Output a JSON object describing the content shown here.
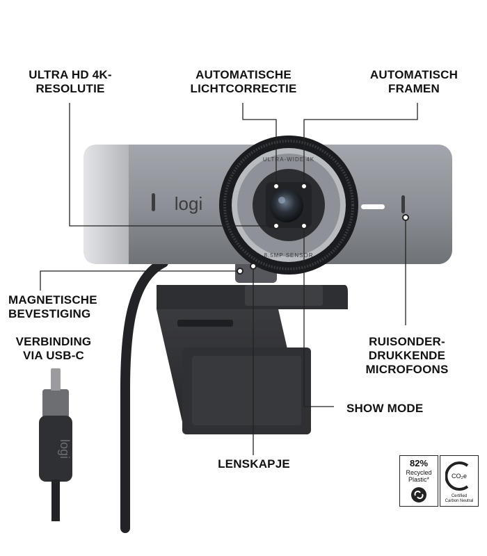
{
  "labels": {
    "ultra_hd": [
      "ULTRA HD 4K-",
      "RESOLUTIE"
    ],
    "lichtcorrectie": [
      "AUTOMATISCHE",
      "LICHTCORRECTIE"
    ],
    "framen": [
      "AUTOMATISCH",
      "FRAMEN"
    ],
    "magnetisch": [
      "MAGNETISCHE",
      "BEVESTIGING"
    ],
    "usbc": [
      "VERBINDING",
      "VIA USB-C"
    ],
    "microfoons": [
      "RUISONDER-",
      "DRUKKENDE",
      "MICROFOONS"
    ],
    "show_mode": "SHOW MODE",
    "lenskapje": "LENSKAPJE"
  },
  "product": {
    "brand": "logi",
    "bezel_top": "ULTRA-WIDE 4K",
    "bezel_bottom": "8.5MP SENSOR"
  },
  "badges": {
    "recycled": {
      "percent": "82%",
      "line1": "Recycled",
      "line2": "Plastic*"
    },
    "carbon": {
      "symbol": "CO₂e",
      "line1": "Certified",
      "line2": "Carbon Neutral"
    }
  },
  "colors": {
    "body": "#8c8f95",
    "body_light": "#c9cbd0",
    "dark": "#2b2c2f",
    "leader": "#222222"
  }
}
